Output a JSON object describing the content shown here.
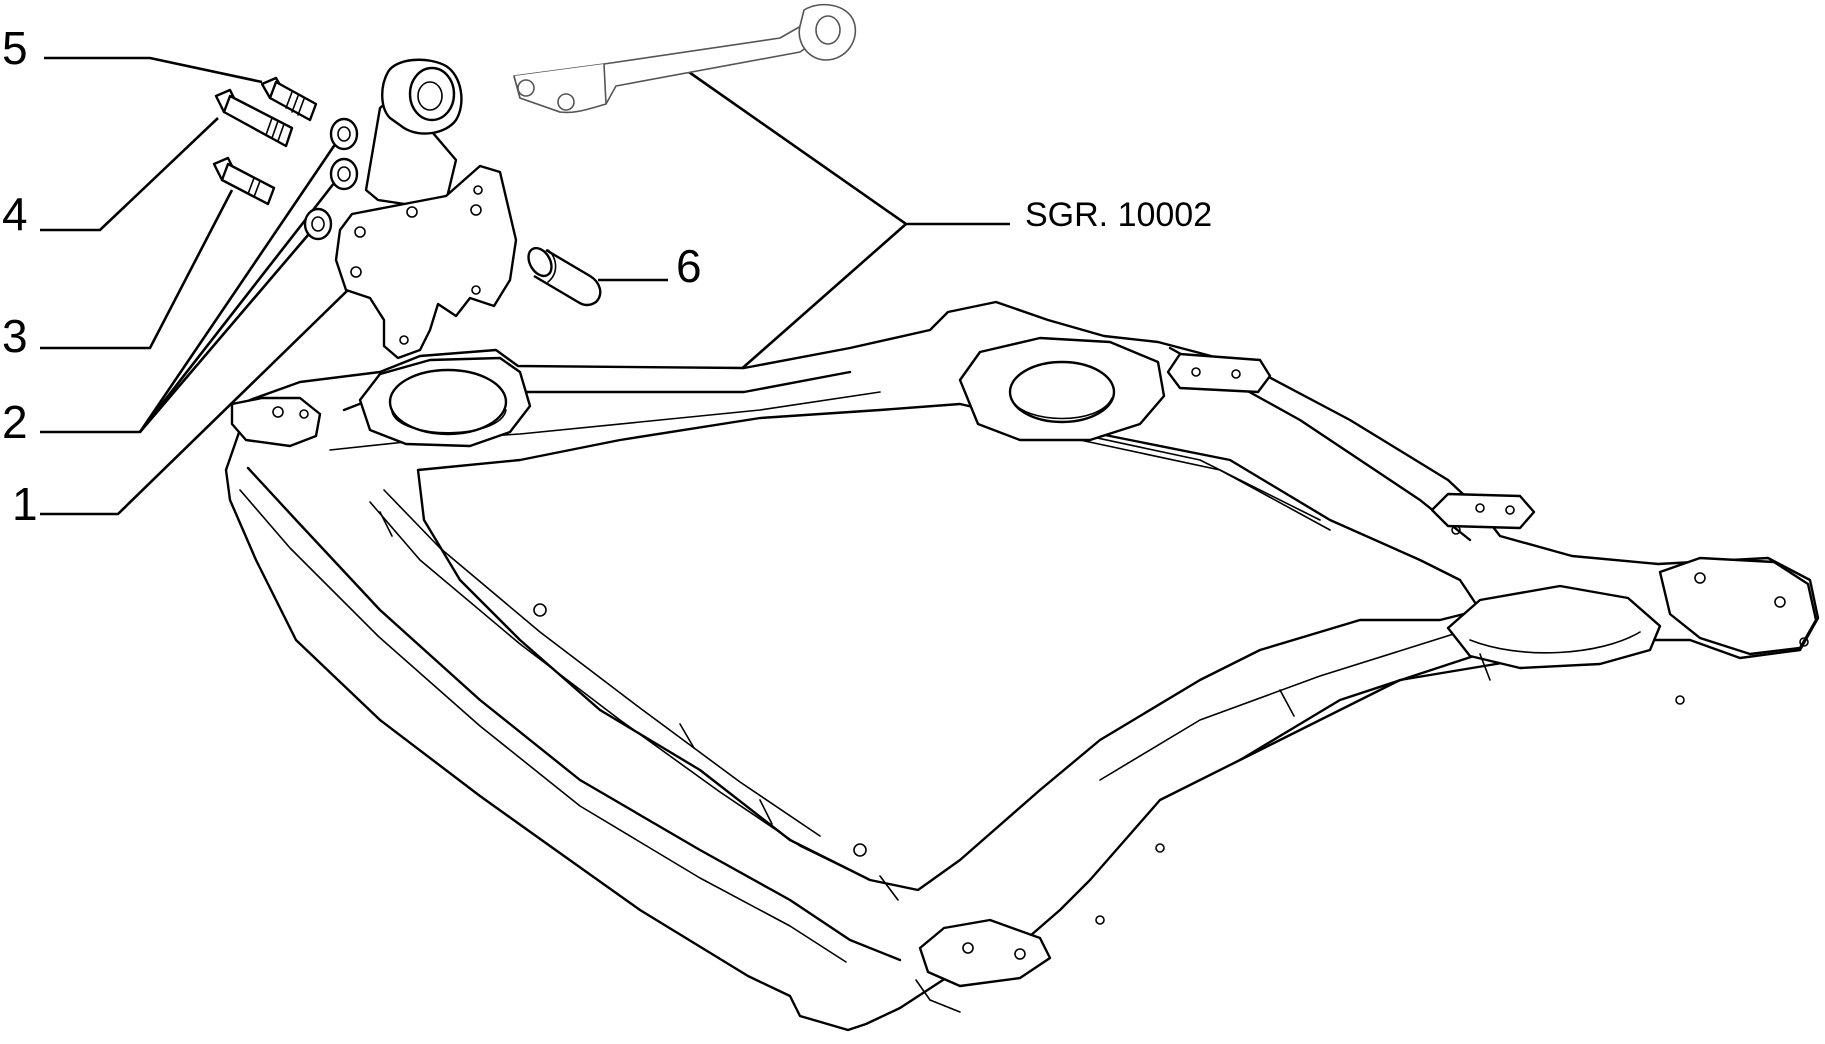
{
  "diagram": {
    "callouts": [
      {
        "id": "5",
        "label": "5"
      },
      {
        "id": "4",
        "label": "4"
      },
      {
        "id": "3",
        "label": "3"
      },
      {
        "id": "2",
        "label": "2"
      },
      {
        "id": "1",
        "label": "1"
      },
      {
        "id": "6",
        "label": "6"
      }
    ],
    "reference_label": "SGR. 10002"
  }
}
